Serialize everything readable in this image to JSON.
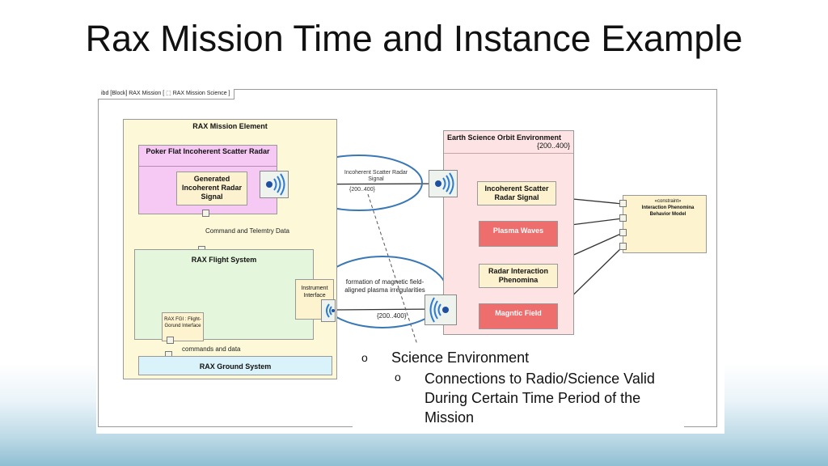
{
  "slide": {
    "title": "Rax Mission Time and Instance Example"
  },
  "diagram": {
    "frame_label": "ibd [Block] RAX Mission [ ⬚ RAX Mission Science ]",
    "mission_element": {
      "title": "RAX Mission Element"
    },
    "radar_block": {
      "title": "Poker Flat Incoherent Scatter Radar",
      "inner": "Generated Incoherent Radar Signal"
    },
    "command_link": "Command and Telemtry Data",
    "flight_system": {
      "title": "RAX Flight System"
    },
    "instrument_interface": "Instrument Interface",
    "fgi": "RAX FGI : Flight-Gorund Interface",
    "commands_link": "commands and data",
    "ground_system": "RAX Ground System",
    "earth_env": {
      "title": "Earth Science Orbit Environment",
      "mult": "{200..400}"
    },
    "radar_signal_link": {
      "name": "Incoherent Scatter Radar Signal",
      "mult": "{200..400}"
    },
    "plasma_link": {
      "name": "formation of magnetic field-aligned plasma irregularities",
      "mult": "{200..400}"
    },
    "env_parts": {
      "incoherent": "Incoherent Scatter Radar Signal",
      "plasma_waves": "Plasma Waves",
      "radar_interaction": "Radar Interaction Phenomina",
      "magnetic": "Magntic Field"
    },
    "constraint": {
      "stereotype": "«constraint»",
      "name": "Interaction Phenomina Behavior Model"
    }
  },
  "bullets": {
    "level1": "Science Environment",
    "level2": "Connections to Radio/Science Valid During Certain Time Period of the Mission",
    "marker": "o"
  }
}
